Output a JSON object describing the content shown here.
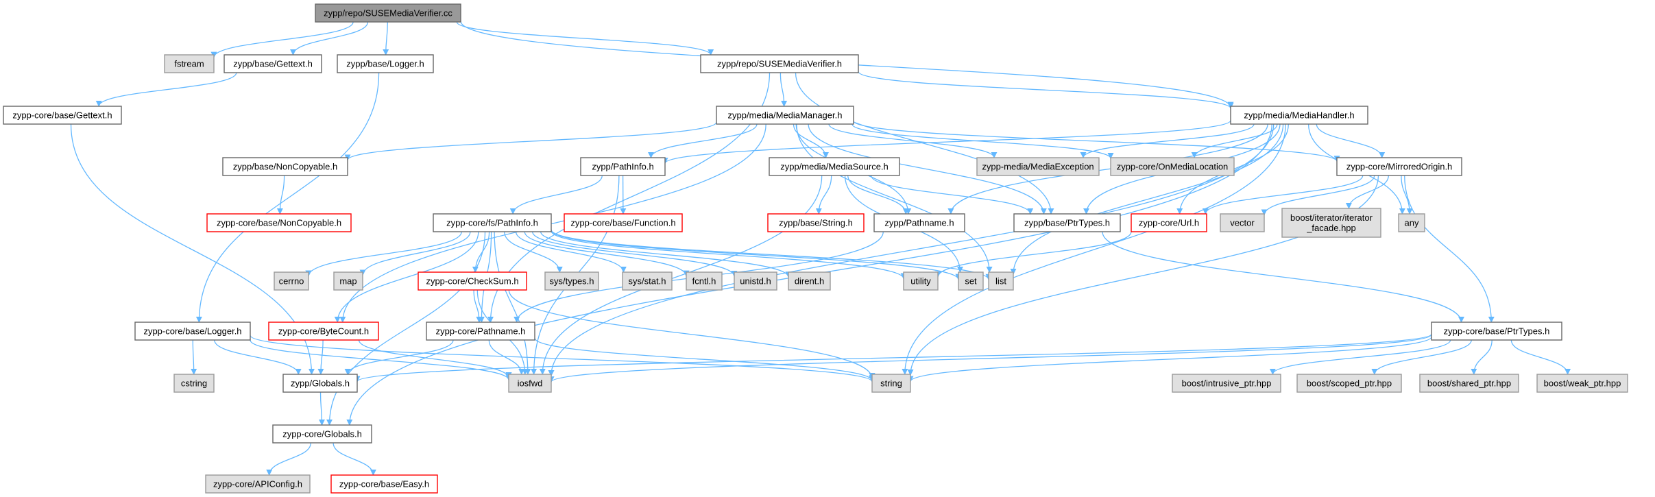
{
  "colors": {
    "edge": "#63b8ff",
    "normal_fill": "#ffffff",
    "normal_border": "#666666",
    "external_fill": "#e0e0e0",
    "external_border": "#999999",
    "root_fill": "#999999",
    "root_border": "#666666",
    "missing_fill": "#ffffff",
    "missing_border": "#ff0000"
  },
  "nodes": [
    {
      "id": "root",
      "label": "zypp/repo/SUSEMediaVerifier.cc",
      "kind": "root"
    },
    {
      "id": "fstream",
      "label": "fstream",
      "kind": "external"
    },
    {
      "id": "base_gettext",
      "label": "zypp/base/Gettext.h",
      "kind": "normal"
    },
    {
      "id": "base_logger",
      "label": "zypp/base/Logger.h",
      "kind": "normal"
    },
    {
      "id": "smv_h",
      "label": "zypp/repo/SUSEMediaVerifier.h",
      "kind": "normal"
    },
    {
      "id": "core_gettext",
      "label": "zypp-core/base/Gettext.h",
      "kind": "normal"
    },
    {
      "id": "media_manager",
      "label": "zypp/media/MediaManager.h",
      "kind": "normal"
    },
    {
      "id": "media_handler",
      "label": "zypp/media/MediaHandler.h",
      "kind": "normal"
    },
    {
      "id": "base_noncopyable",
      "label": "zypp/base/NonCopyable.h",
      "kind": "normal"
    },
    {
      "id": "pathinfo",
      "label": "zypp/PathInfo.h",
      "kind": "normal"
    },
    {
      "id": "media_source",
      "label": "zypp/media/MediaSource.h",
      "kind": "normal"
    },
    {
      "id": "media_exception",
      "label": "zypp-media/MediaException",
      "kind": "external"
    },
    {
      "id": "on_media_location",
      "label": "zypp-core/OnMediaLocation",
      "kind": "external"
    },
    {
      "id": "mirrored_origin",
      "label": "zypp-core/MirroredOrigin.h",
      "kind": "normal"
    },
    {
      "id": "core_noncopyable",
      "label": "zypp-core/base/NonCopyable.h",
      "kind": "missing"
    },
    {
      "id": "core_function",
      "label": "zypp-core/base/Function.h",
      "kind": "missing"
    },
    {
      "id": "base_string",
      "label": "zypp/base/String.h",
      "kind": "missing"
    },
    {
      "id": "zypp_pathname",
      "label": "zypp/Pathname.h",
      "kind": "normal"
    },
    {
      "id": "base_ptrtypes",
      "label": "zypp/base/PtrTypes.h",
      "kind": "normal"
    },
    {
      "id": "core_url",
      "label": "zypp-core/Url.h",
      "kind": "missing"
    },
    {
      "id": "vector",
      "label": "vector",
      "kind": "external"
    },
    {
      "id": "boost_iter",
      "label": "boost/iterator/iterator_facade.hpp",
      "lines": [
        "boost/iterator/iterator",
        "_facade.hpp"
      ],
      "kind": "external"
    },
    {
      "id": "any",
      "label": "any",
      "kind": "external"
    },
    {
      "id": "fs_pathinfo",
      "label": "zypp-core/fs/PathInfo.h",
      "kind": "normal"
    },
    {
      "id": "cerrno",
      "label": "cerrno",
      "kind": "external"
    },
    {
      "id": "map",
      "label": "map",
      "kind": "external"
    },
    {
      "id": "checksum",
      "label": "zypp-core/CheckSum.h",
      "kind": "missing"
    },
    {
      "id": "sys_types",
      "label": "sys/types.h",
      "kind": "external"
    },
    {
      "id": "sys_stat",
      "label": "sys/stat.h",
      "kind": "external"
    },
    {
      "id": "fcntl",
      "label": "fcntl.h",
      "kind": "external"
    },
    {
      "id": "unistd",
      "label": "unistd.h",
      "kind": "external"
    },
    {
      "id": "dirent",
      "label": "dirent.h",
      "kind": "external"
    },
    {
      "id": "utility",
      "label": "utility",
      "kind": "external"
    },
    {
      "id": "set",
      "label": "set",
      "kind": "external"
    },
    {
      "id": "list",
      "label": "list",
      "kind": "external"
    },
    {
      "id": "core_logger",
      "label": "zypp-core/base/Logger.h",
      "kind": "normal"
    },
    {
      "id": "bytecount",
      "label": "zypp-core/ByteCount.h",
      "kind": "missing"
    },
    {
      "id": "core_pathname",
      "label": "zypp-core/Pathname.h",
      "kind": "normal"
    },
    {
      "id": "core_ptrtypes",
      "label": "zypp-core/base/PtrTypes.h",
      "kind": "normal"
    },
    {
      "id": "cstring",
      "label": "cstring",
      "kind": "external"
    },
    {
      "id": "zypp_globals",
      "label": "zypp/Globals.h",
      "kind": "normal"
    },
    {
      "id": "iosfwd",
      "label": "iosfwd",
      "kind": "external"
    },
    {
      "id": "string",
      "label": "string",
      "kind": "external"
    },
    {
      "id": "intrusive_ptr",
      "label": "boost/intrusive_ptr.hpp",
      "kind": "external"
    },
    {
      "id": "scoped_ptr",
      "label": "boost/scoped_ptr.hpp",
      "kind": "external"
    },
    {
      "id": "shared_ptr",
      "label": "boost/shared_ptr.hpp",
      "kind": "external"
    },
    {
      "id": "weak_ptr",
      "label": "boost/weak_ptr.hpp",
      "kind": "external"
    },
    {
      "id": "core_globals",
      "label": "zypp-core/Globals.h",
      "kind": "normal"
    },
    {
      "id": "apiconfig",
      "label": "zypp-core/APIConfig.h",
      "kind": "external"
    },
    {
      "id": "easy",
      "label": "zypp-core/base/Easy.h",
      "kind": "missing"
    }
  ],
  "edges": [
    [
      "root",
      "fstream"
    ],
    [
      "root",
      "base_gettext"
    ],
    [
      "root",
      "base_logger"
    ],
    [
      "root",
      "smv_h"
    ],
    [
      "root",
      "media_handler"
    ],
    [
      "base_gettext",
      "core_gettext"
    ],
    [
      "core_gettext",
      "zypp_globals"
    ],
    [
      "base_logger",
      "core_logger"
    ],
    [
      "smv_h",
      "media_manager"
    ],
    [
      "smv_h",
      "media_handler"
    ],
    [
      "smv_h",
      "base_ptrtypes"
    ],
    [
      "smv_h",
      "core_pathname"
    ],
    [
      "media_manager",
      "base_noncopyable"
    ],
    [
      "media_manager",
      "pathinfo"
    ],
    [
      "media_manager",
      "media_source"
    ],
    [
      "media_manager",
      "media_exception"
    ],
    [
      "media_manager",
      "on_media_location"
    ],
    [
      "media_manager",
      "mirrored_origin"
    ],
    [
      "media_manager",
      "zypp_pathname"
    ],
    [
      "media_manager",
      "base_ptrtypes"
    ],
    [
      "media_manager",
      "bytecount"
    ],
    [
      "media_manager",
      "list"
    ],
    [
      "media_handler",
      "pathinfo"
    ],
    [
      "media_handler",
      "media_exception"
    ],
    [
      "media_handler",
      "on_media_location"
    ],
    [
      "media_handler",
      "mirrored_origin"
    ],
    [
      "media_handler",
      "zypp_pathname"
    ],
    [
      "media_handler",
      "base_ptrtypes"
    ],
    [
      "media_handler",
      "core_url"
    ],
    [
      "media_handler",
      "any"
    ],
    [
      "media_handler",
      "list"
    ],
    [
      "media_handler",
      "iosfwd"
    ],
    [
      "media_handler",
      "string"
    ],
    [
      "media_handler",
      "core_globals"
    ],
    [
      "base_noncopyable",
      "core_noncopyable"
    ],
    [
      "pathinfo",
      "fs_pathinfo"
    ],
    [
      "pathinfo",
      "core_function"
    ],
    [
      "pathinfo",
      "iosfwd"
    ],
    [
      "media_source",
      "base_string"
    ],
    [
      "media_source",
      "zypp_pathname"
    ],
    [
      "media_source",
      "base_ptrtypes"
    ],
    [
      "media_source",
      "iosfwd"
    ],
    [
      "media_source",
      "set"
    ],
    [
      "mirrored_origin",
      "core_url"
    ],
    [
      "mirrored_origin",
      "vector"
    ],
    [
      "mirrored_origin",
      "boost_iter"
    ],
    [
      "mirrored_origin",
      "any"
    ],
    [
      "mirrored_origin",
      "core_ptrtypes"
    ],
    [
      "mirrored_origin",
      "string"
    ],
    [
      "zypp_pathname",
      "core_pathname"
    ],
    [
      "base_ptrtypes",
      "core_ptrtypes"
    ],
    [
      "core_url",
      "utility"
    ],
    [
      "fs_pathinfo",
      "cerrno"
    ],
    [
      "fs_pathinfo",
      "map"
    ],
    [
      "fs_pathinfo",
      "checksum"
    ],
    [
      "fs_pathinfo",
      "sys_types"
    ],
    [
      "fs_pathinfo",
      "sys_stat"
    ],
    [
      "fs_pathinfo",
      "fcntl"
    ],
    [
      "fs_pathinfo",
      "unistd"
    ],
    [
      "fs_pathinfo",
      "dirent"
    ],
    [
      "fs_pathinfo",
      "utility"
    ],
    [
      "fs_pathinfo",
      "set"
    ],
    [
      "fs_pathinfo",
      "list"
    ],
    [
      "fs_pathinfo",
      "core_pathname"
    ],
    [
      "fs_pathinfo",
      "bytecount"
    ],
    [
      "fs_pathinfo",
      "core_globals"
    ],
    [
      "fs_pathinfo",
      "iosfwd"
    ],
    [
      "checksum",
      "core_pathname"
    ],
    [
      "checksum",
      "iosfwd"
    ],
    [
      "checksum",
      "string"
    ],
    [
      "core_logger",
      "cstring"
    ],
    [
      "core_logger",
      "zypp_globals"
    ],
    [
      "core_logger",
      "iosfwd"
    ],
    [
      "core_logger",
      "string"
    ],
    [
      "bytecount",
      "zypp_globals"
    ],
    [
      "bytecount",
      "iosfwd"
    ],
    [
      "core_pathname",
      "zypp_globals"
    ],
    [
      "core_pathname",
      "iosfwd"
    ],
    [
      "core_pathname",
      "string"
    ],
    [
      "core_ptrtypes",
      "iosfwd"
    ],
    [
      "core_ptrtypes",
      "string"
    ],
    [
      "core_ptrtypes",
      "zypp_globals"
    ],
    [
      "core_ptrtypes",
      "intrusive_ptr"
    ],
    [
      "core_ptrtypes",
      "scoped_ptr"
    ],
    [
      "core_ptrtypes",
      "shared_ptr"
    ],
    [
      "core_ptrtypes",
      "weak_ptr"
    ],
    [
      "zypp_globals",
      "core_globals"
    ],
    [
      "core_globals",
      "apiconfig"
    ],
    [
      "core_globals",
      "easy"
    ]
  ]
}
